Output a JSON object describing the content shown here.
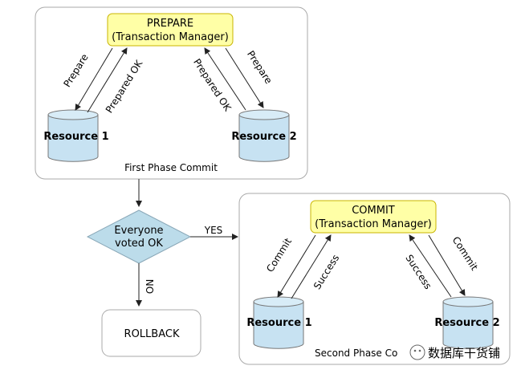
{
  "phase1": {
    "label": "First Phase Commit",
    "manager_line1": "PREPARE",
    "manager_line2": "(Transaction Manager)",
    "resource1": "Resource 1",
    "resource2": "Resource 2",
    "arrow_prepare_left": "Prepare",
    "arrow_prepared_ok_left": "Prepared OK",
    "arrow_prepared_ok_right": "Prepared OK",
    "arrow_prepare_right": "Prepare"
  },
  "decision": {
    "line1": "Everyone",
    "line2": "voted OK",
    "yes_label": "YES",
    "no_label": "NO"
  },
  "rollback": {
    "label": "ROLLBACK"
  },
  "phase2": {
    "label": "Second Phase Co",
    "manager_line1": "COMMIT",
    "manager_line2": "(Transaction Manager)",
    "resource1": "Resource 1",
    "resource2": "Resource 2",
    "arrow_commit_left": "Commit",
    "arrow_success_left": "Success",
    "arrow_success_right": "Success",
    "arrow_commit_right": "Commit"
  },
  "watermark": {
    "text": "数据库干货铺"
  },
  "colors": {
    "manager_fill": "#ffffa6",
    "manager_stroke": "#c8b400",
    "cylinder_fill": "#c7e2f2",
    "diamond_fill": "#bcdcea",
    "stroke": "#555555"
  }
}
